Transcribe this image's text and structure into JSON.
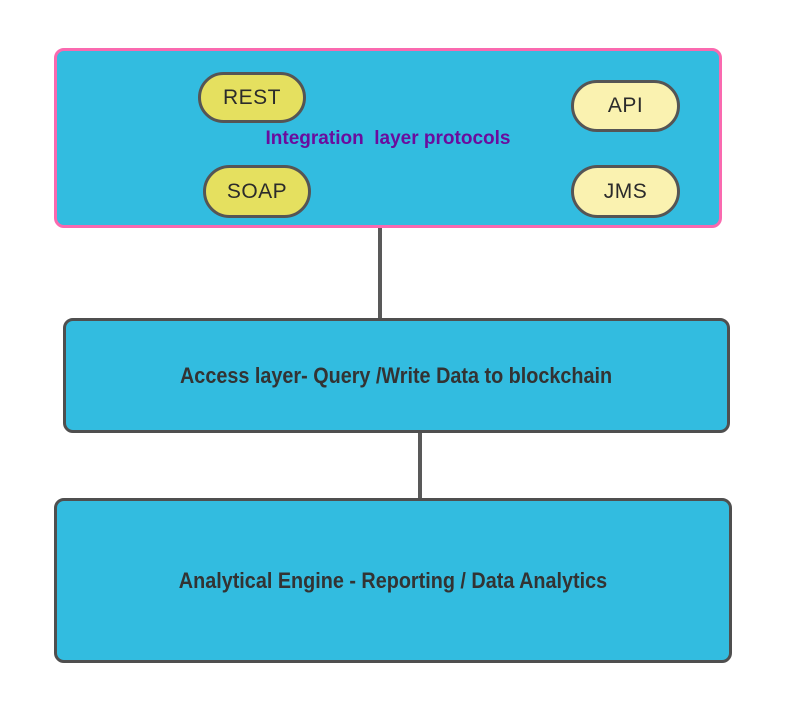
{
  "diagram": {
    "integration_layer": {
      "title": "Integration  layer protocols",
      "title_color": "#6a0d9e",
      "fill": "#32bce0",
      "border_color": "#fa69af",
      "pills": [
        {
          "label": "REST",
          "fill": "#e5e05f"
        },
        {
          "label": "API",
          "fill": "#faf2b0"
        },
        {
          "label": "SOAP",
          "fill": "#e5e05f"
        },
        {
          "label": "JMS",
          "fill": "#faf2b0"
        }
      ]
    },
    "access_layer": {
      "label": "Access layer- Query /Write Data to blockchain",
      "fill": "#32bce0",
      "border_color": "#4f4f4f"
    },
    "analytics_layer": {
      "label": "Analytical Engine - Reporting / Data Analytics",
      "fill": "#32bce0",
      "border_color": "#4f4f4f"
    },
    "connector_color": "#595959",
    "text_color": "#333333"
  }
}
